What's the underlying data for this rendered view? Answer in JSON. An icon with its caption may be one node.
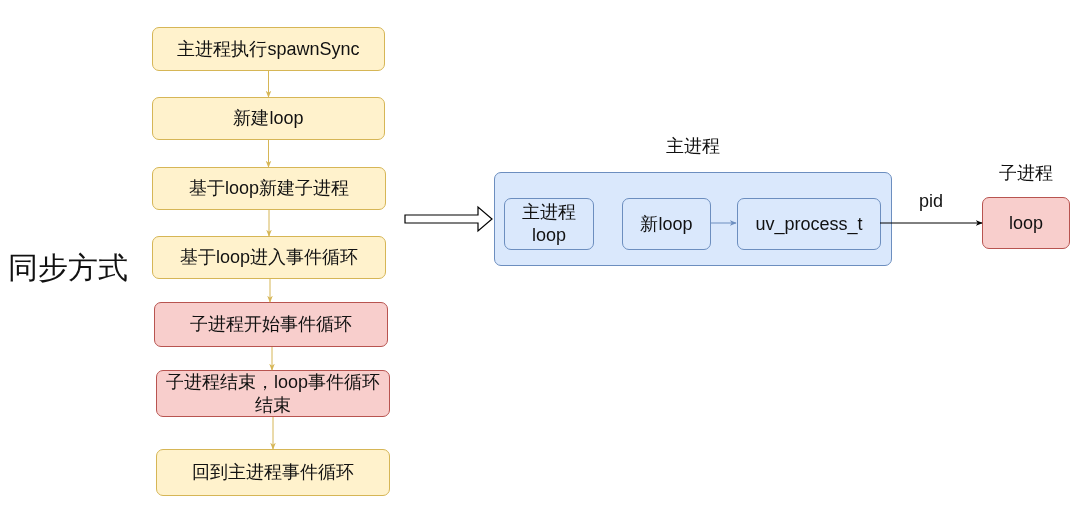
{
  "diagram": {
    "nodes": [
      {
        "text": [
          "主进程执行spawnSync"
        ]
      },
      {
        "text": [
          "新建loop"
        ]
      },
      {
        "text": [
          "基于loop新建子进程"
        ]
      },
      {
        "text": [
          "基于loop进入事件循环"
        ]
      },
      {
        "text": [
          "子进程开始事件循环"
        ]
      },
      {
        "text": [
          "子进程结束，loop事件循环结束"
        ]
      },
      {
        "text": [
          "回到主进程事件循环"
        ]
      },
      {
        "text": [
          "主进程"
        ]
      },
      {
        "text": [
          "主进程 loop"
        ],
        "in": 7
      },
      {
        "text": [
          "新loop"
        ],
        "in": 7
      },
      {
        "text": [
          "uv_process_t"
        ],
        "in": 7
      },
      {
        "text": [
          "子进程",
          "loop"
        ]
      }
    ],
    "edges": [
      {
        "from": 0,
        "to": 1,
        "arrow": "to"
      },
      {
        "from": 1,
        "to": 2,
        "arrow": "to"
      },
      {
        "from": 2,
        "to": 3,
        "arrow": "to"
      },
      {
        "from": 3,
        "to": 4,
        "arrow": "to"
      },
      {
        "from": 4,
        "to": 5,
        "arrow": "to"
      },
      {
        "from": 5,
        "to": 6,
        "arrow": "to"
      },
      {
        "from": null,
        "to": 7,
        "arrow": "to",
        "style": "thick",
        "color": "#000000"
      },
      {
        "from": 9,
        "to": 10,
        "arrow": "to",
        "color": "#6c8ebf"
      },
      {
        "from": 10,
        "to": 11,
        "arrow": "to",
        "label": "pid",
        "color": "#000000"
      }
    ],
    "labels": [
      "同步方式"
    ]
  }
}
